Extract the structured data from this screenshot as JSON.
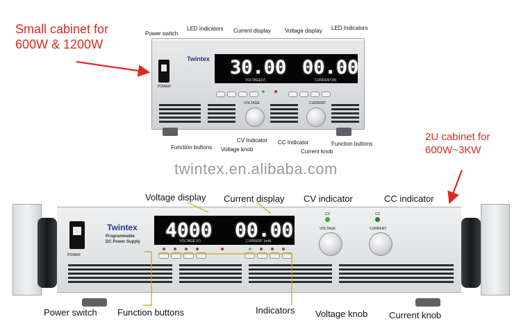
{
  "callouts": {
    "small_cabinet": [
      "Small cabinet for",
      "600W & 1200W"
    ],
    "large_cabinet": [
      "2U cabinet for",
      "600W~3KW"
    ]
  },
  "small_labels": {
    "power_switch": "Power switch",
    "led_indicators_left": "LED Indicators",
    "current_display": "Current display",
    "voltage_display": "Voltage display",
    "led_indicators_right": "LED Indicators",
    "function_buttons_left": "Function buttons",
    "cv_indicator": "CV Indicator",
    "voltage_knob": "Voltage knob",
    "cc_indicator": "CC Indicator",
    "current_knob": "Current knob",
    "function_buttons_right": "Function buttons"
  },
  "small_device": {
    "brand": "Twintex",
    "power_text": "POWER",
    "voltage_reading": "30.00",
    "current_reading": "00.00",
    "voltage_unit": "VOLTAGE(V)",
    "current_unit": "CURRENT(A)",
    "knob_voltage": "VOLTAGE",
    "knob_current": "CURRENT"
  },
  "large_labels": {
    "voltage_display": "Voltage display",
    "current_display": "Current display",
    "cv_indicator": "CV indicator",
    "cc_indicator": "CC indicator",
    "power_switch": "Power switch",
    "function_buttons": "Function buttons",
    "indicators": "Indicators",
    "voltage_knob": "Voltage knob",
    "current_knob": "Current knob"
  },
  "large_device": {
    "brand": "Twintex",
    "subtitle": [
      "Programmable",
      "DC Power Supply"
    ],
    "power_text": "POWER",
    "voltage_reading": "4000",
    "current_reading": "00.00",
    "voltage_unit": "VOLTAGE (V)",
    "current_unit": "CURRENT (mA)",
    "cv": "CV",
    "cc": "CC",
    "knob_voltage": "VOLTAGE",
    "knob_current": "CURRENT"
  },
  "watermark_text": "twintex.en.alibaba.com",
  "colors": {
    "callout_red": "#e0281e",
    "leader_yellow": "#d9a400",
    "display_black": "#050505"
  }
}
